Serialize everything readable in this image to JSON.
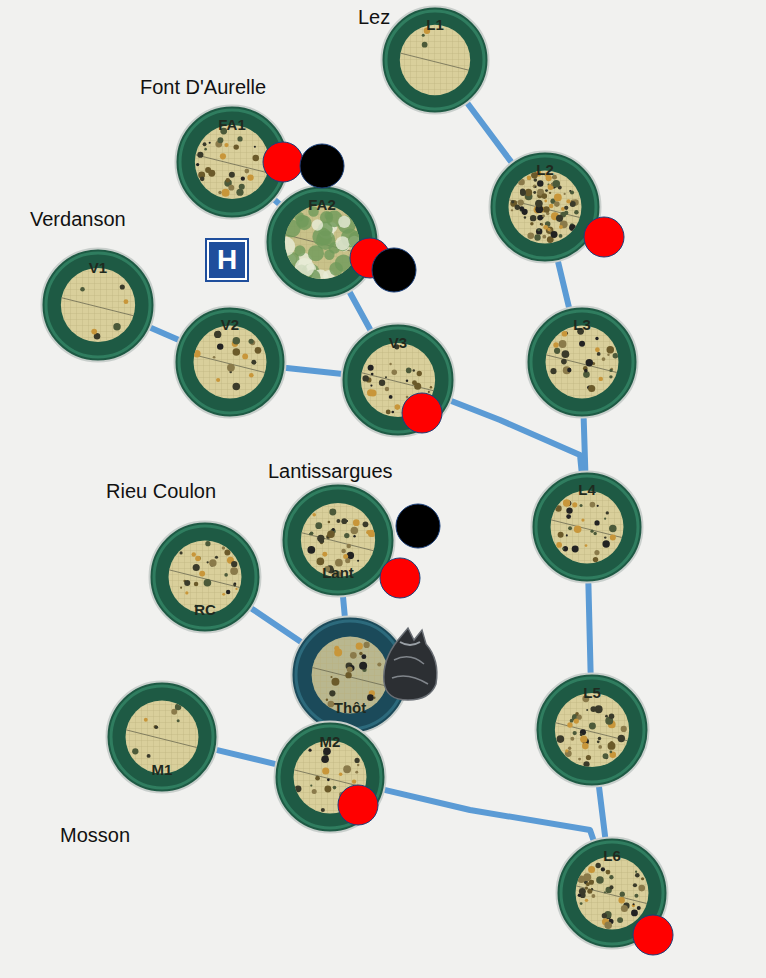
{
  "diagram": {
    "nodes": [
      {
        "text": [
          "L1"
        ]
      },
      {
        "text": [
          "FA1"
        ]
      },
      {
        "text": [
          "L2"
        ]
      },
      {
        "text": [
          "FA2"
        ]
      },
      {
        "text": [
          "V1"
        ]
      },
      {
        "text": [
          "V2"
        ]
      },
      {
        "text": [
          "V3"
        ]
      },
      {
        "text": [
          "L3"
        ]
      },
      {
        "text": [
          "L4"
        ]
      },
      {
        "text": [
          "Lant"
        ]
      },
      {
        "text": [
          "RC"
        ]
      },
      {
        "text": [
          "Thôt"
        ]
      },
      {
        "text": [
          "L5"
        ]
      },
      {
        "text": [
          "M1"
        ]
      },
      {
        "text": [
          "M2"
        ]
      },
      {
        "text": [
          "L6"
        ]
      }
    ],
    "edges": [
      {
        "from": 0,
        "to": 2,
        "arrow": "none"
      },
      {
        "from": 2,
        "to": 7,
        "arrow": "none"
      },
      {
        "from": 7,
        "to": 8,
        "arrow": "none"
      },
      {
        "from": 8,
        "to": 12,
        "arrow": "none"
      },
      {
        "from": 12,
        "to": 15,
        "arrow": "none"
      },
      {
        "from": 1,
        "to": 3,
        "arrow": "none"
      },
      {
        "from": 3,
        "to": 6,
        "arrow": "none"
      },
      {
        "from": 4,
        "to": 5,
        "arrow": "none"
      },
      {
        "from": 5,
        "to": 6,
        "arrow": "none"
      },
      {
        "from": 6,
        "to": 8,
        "arrow": "none"
      },
      {
        "from": 10,
        "to": 11,
        "arrow": "none"
      },
      {
        "from": 9,
        "to": 11,
        "arrow": "none"
      },
      {
        "from": 11,
        "to": 14,
        "arrow": "none"
      },
      {
        "from": 13,
        "to": 14,
        "arrow": "none"
      },
      {
        "from": 14,
        "to": 15,
        "arrow": "none"
      }
    ],
    "labels": [
      "Lez",
      "Font D'Aurelle",
      "Verdanson",
      "H",
      "Rieu Coulon",
      "Lantissargues",
      "Mosson"
    ]
  }
}
